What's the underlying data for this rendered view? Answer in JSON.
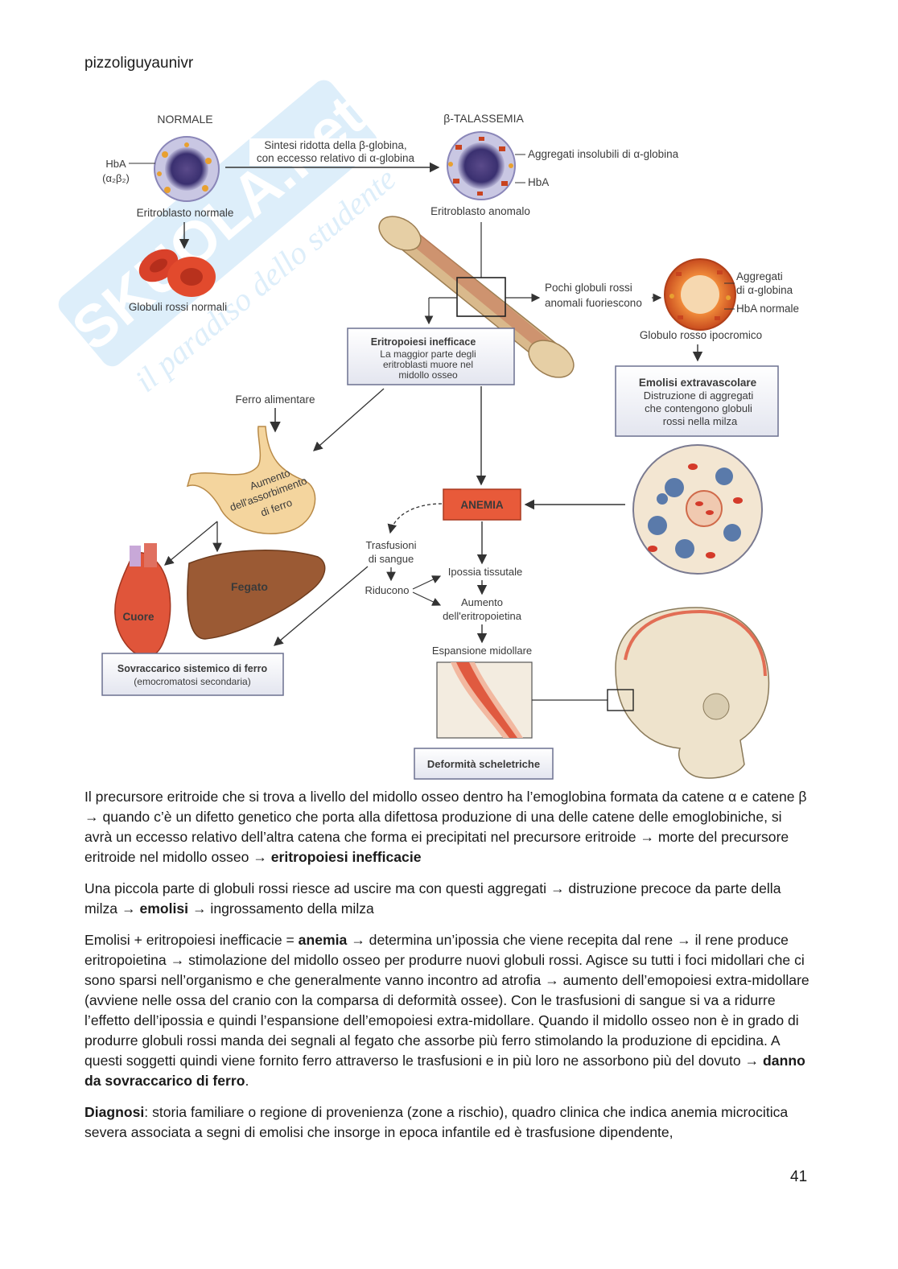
{
  "header": {
    "author": "pizzoliguyaunivr"
  },
  "watermark": {
    "brand": "SKUOLA.net",
    "tagline": "il paradiso dello studente"
  },
  "figure": {
    "normal_title": "NORMALE",
    "thal_title": "β-TALASSEMIA",
    "hba_label": "HbA",
    "hba_formula": "(α₂β₂)",
    "synth_line1": "Sintesi ridotta della β-globina,",
    "synth_line2": "con eccesso relativo di α-globina",
    "aggregates_label": "Aggregati insolubili di α-globina",
    "hba_right": "HbA",
    "normal_erythro": "Eritroblasto normale",
    "abnormal_erythro": "Eritroblasto anomalo",
    "normal_rbc": "Globuli rossi normali",
    "few_rbc_line1": "Pochi globuli rossi",
    "few_rbc_line2": "anomali fuoriescono",
    "agg_label1": "Aggregati",
    "agg_label2": "di α-globina",
    "hba_normale": "HbA normale",
    "hypochromic": "Globulo rosso ipocromico",
    "ineff_title": "Eritropoiesi inefficace",
    "ineff_l1": "La maggior parte degli",
    "ineff_l2": "eritroblasti muore nel",
    "ineff_l3": "midollo osseo",
    "hemo_title": "Emolisi extravascolare",
    "hemo_l1": "Distruzione di aggregati",
    "hemo_l2": "che contengono globuli",
    "hemo_l3": "rossi nella milza",
    "dietary_iron": "Ferro alimentare",
    "absorb_l1": "Aumento",
    "absorb_l2": "dell'assorbimento",
    "absorb_l3": "di ferro",
    "anemia": "ANEMIA",
    "transf_l1": "Trasfusioni",
    "transf_l2": "di sangue",
    "reduce": "Riducono",
    "hypoxia": "Ipossia tissutale",
    "epo_l1": "Aumento",
    "epo_l2": "dell'eritropoietina",
    "heart": "Cuore",
    "liver": "Fegato",
    "overload_title": "Sovraccarico sistemico di ferro",
    "overload_sub": "(emocromatosi secondaria)",
    "marrow_exp": "Espansione midollare",
    "deform": "Deformità scheletriche"
  },
  "body": {
    "p1_a": "Il precursore eritroide che si trova a livello del midollo osseo dentro ha l’emoglobina formata da catene α e catene β → quando c’è un difetto genetico che porta alla difettosa produzione di una delle catene delle emoglobiniche, si avrà un eccesso relativo dell’altra catena che forma ei precipitati nel precursore eritroide → morte del precursore eritroide nel midollo osseo → ",
    "p1_b": "eritropoiesi inefficacie",
    "p2_a": "Una piccola parte di globuli rossi riesce ad uscire ma con questi aggregati → distruzione precoce da parte della milza → ",
    "p2_b": "emolisi",
    "p2_c": " → ingrossamento della milza",
    "p3_a": "Emolisi + eritropoiesi inefficacie = ",
    "p3_b": "anemia",
    "p3_c": " → determina un’ipossia che viene recepita dal rene → il rene produce eritropoietina → stimolazione del midollo osseo per produrre nuovi globuli rossi. Agisce su tutti i foci midollari che ci sono sparsi nell’organismo e che generalmente vanno incontro ad atrofia → aumento dell’emopoiesi extra-midollare (avviene nelle ossa del cranio con la comparsa di deformità ossee). Con le trasfusioni di sangue si va a ridurre l’effetto dell’ipossia e quindi l’espansione dell’emopoiesi extra-midollare. Quando il midollo osseo non è in grado di produrre globuli rossi manda dei segnali al fegato che assorbe più ferro stimolando la produzione di epcidina. A questi soggetti quindi viene fornito ferro attraverso le trasfusioni e in più loro ne assorbono più del dovuto → ",
    "p3_d": "danno da sovraccarico di ferro",
    "p3_e": ".",
    "p4_a": "Diagnosi",
    "p4_b": ": storia familiare o regione di provenienza (zone a rischio), quadro clinica che indica anemia microcitica severa associata a segni di emolisi che insorge in epoca infantile ed è trasfusione dipendente,"
  },
  "footer": {
    "page_number": "41"
  }
}
